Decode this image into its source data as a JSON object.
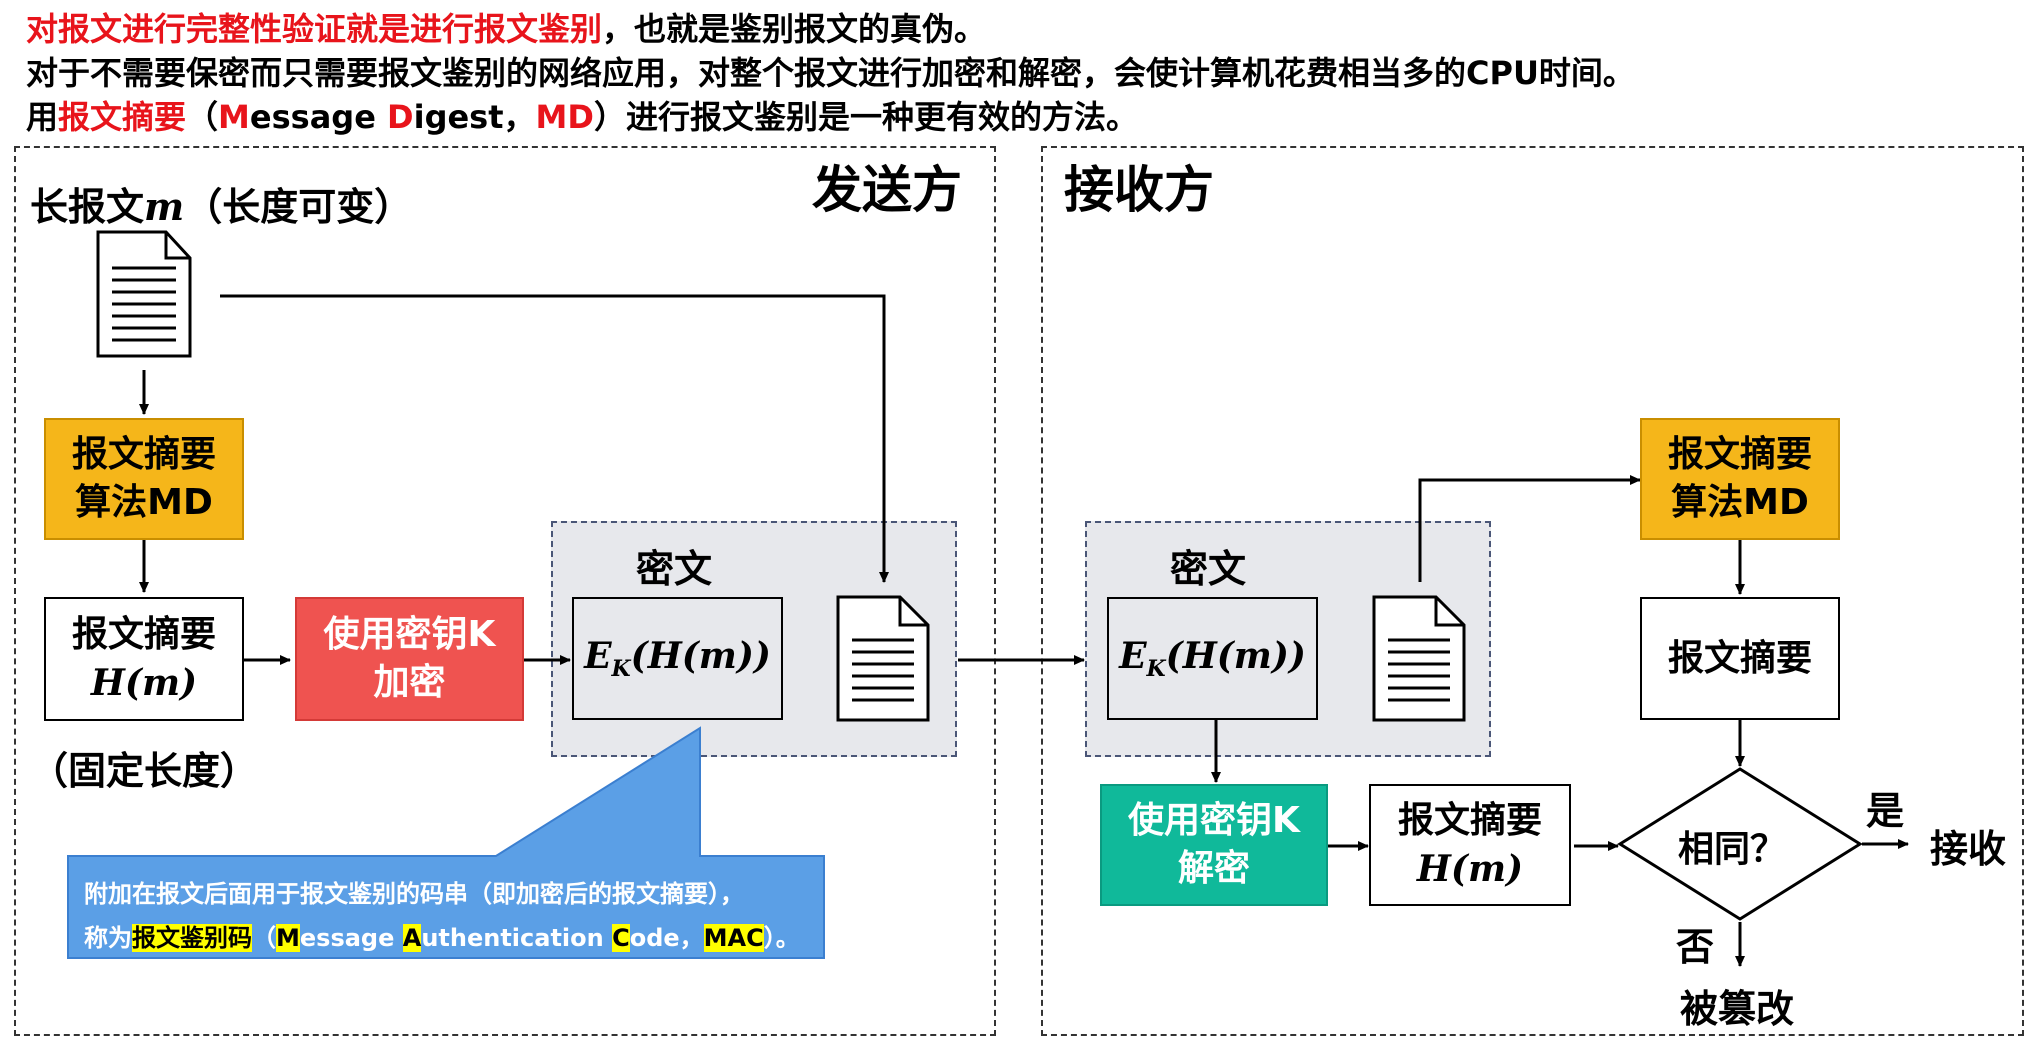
{
  "header": {
    "line1_red": "对报文进行完整性验证就是进行报文鉴别",
    "line1_rest": "，也就是鉴别报文的真伪。",
    "line2": "对于不需要保密而只需要报文鉴别的网络应用，对整个报文进行加密和解密，会使计算机花费相当多的CPU时间。",
    "line3_a": "用",
    "line3_b": "报文摘要",
    "line3_c": "（",
    "line3_d": "M",
    "line3_e": "essage ",
    "line3_f": "D",
    "line3_g": "igest，",
    "line3_h": "MD",
    "line3_i": "）进行报文鉴别是一种更有效的方法。"
  },
  "sender": {
    "title": "发送方",
    "long_msg_a": "长报文",
    "long_msg_m": "m",
    "long_msg_b": "（长度可变）",
    "md_algo_l1": "报文摘要",
    "md_algo_l2": "算法MD",
    "digest_l1": "报文摘要",
    "digest_l2": "H(m)",
    "fixed_len": "（固定长度）",
    "encrypt_l1": "使用密钥K",
    "encrypt_l2": "加密",
    "cipher_label": "密文",
    "cipher_value": "E",
    "cipher_sub": "K",
    "cipher_rest": "(H(m))"
  },
  "callout": {
    "line1": "附加在报文后面用于报文鉴别的码串（即加密后的报文摘要），",
    "line2_a": "称为",
    "line2_b": "报文鉴别码",
    "line2_c": "（",
    "line2_d": "M",
    "line2_e": "essage ",
    "line2_f": "A",
    "line2_g": "uthentication ",
    "line2_h": "C",
    "line2_i": "ode，",
    "line2_j": "MAC",
    "line2_k": "）。"
  },
  "receiver": {
    "title": "接收方",
    "cipher_label": "密文",
    "cipher_value": "E",
    "cipher_sub": "K",
    "cipher_rest": "(H(m))",
    "decrypt_l1": "使用密钥K",
    "decrypt_l2": "解密",
    "digest_l1": "报文摘要",
    "digest_l2": "H(m)",
    "md_algo_l1": "报文摘要",
    "md_algo_l2": "算法MD",
    "digest2": "报文摘要",
    "compare": "相同？",
    "yes": "是",
    "accept": "接收",
    "no": "否",
    "tampered": "被篡改"
  },
  "colors": {
    "red_text": "#e8141b",
    "md_box": "#f5b61a",
    "encrypt_box": "#ef5350",
    "decrypt_box": "#10b99a",
    "cipher_bg": "#e7e8ec",
    "callout_bg": "#5b9fe6",
    "highlight": "#ffff00"
  }
}
